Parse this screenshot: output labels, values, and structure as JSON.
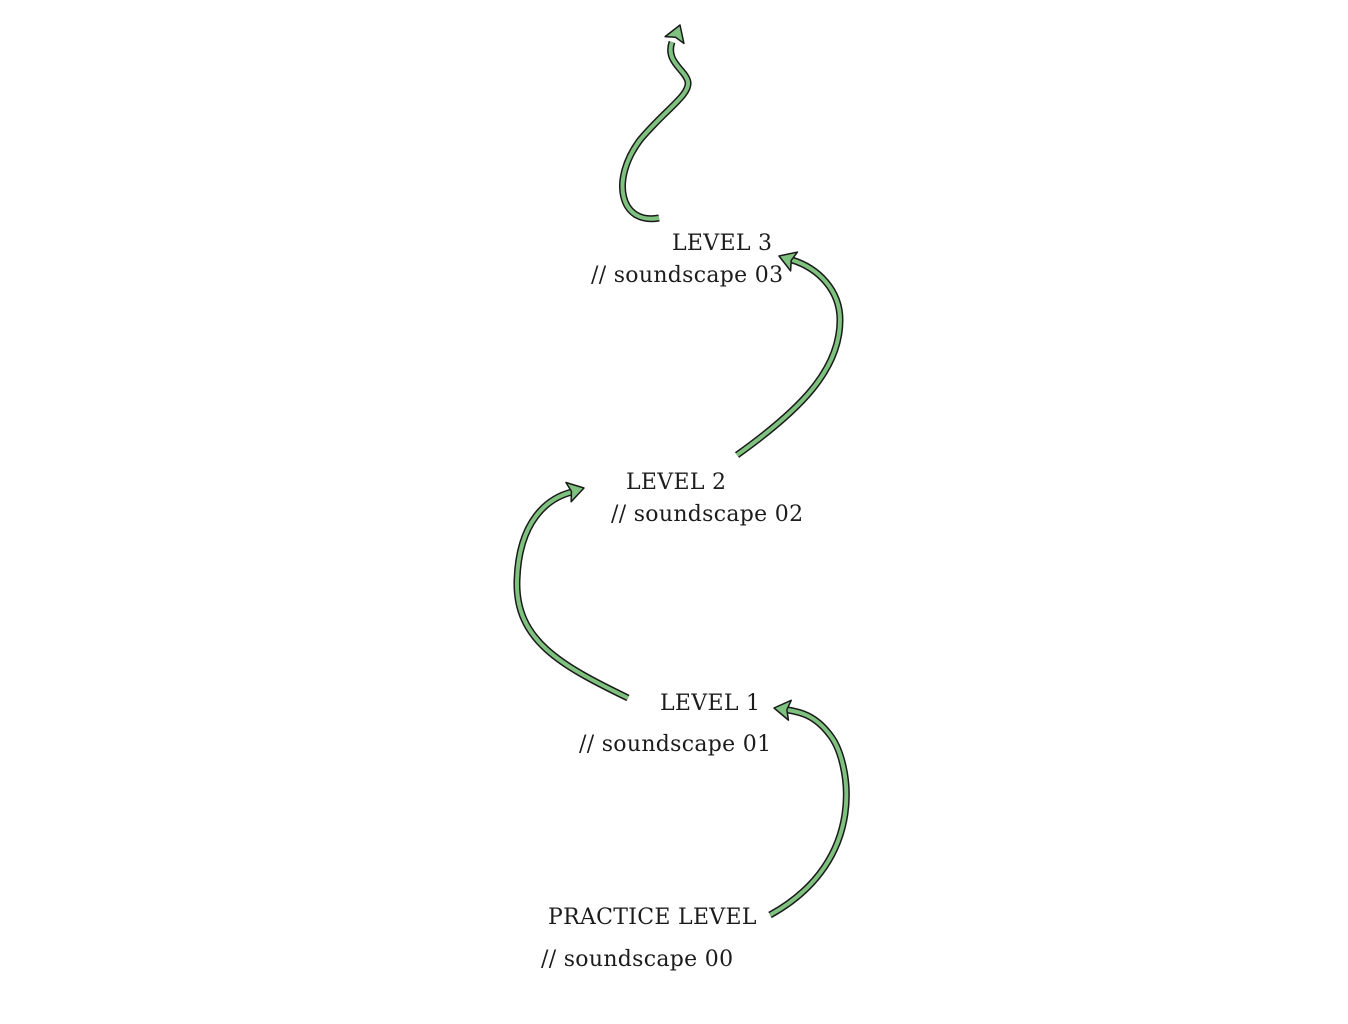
{
  "levels": [
    {
      "title": "PRACTICE LEVEL",
      "subtitle": "// soundscape 00"
    },
    {
      "title": "LEVEL 1",
      "subtitle": "// soundscape 01"
    },
    {
      "title": "LEVEL 2",
      "subtitle": "// soundscape 02"
    },
    {
      "title": "LEVEL 3",
      "subtitle": "// soundscape 03"
    }
  ],
  "colors": {
    "arrow_fill": "#7fc27f",
    "arrow_outline": "#1a1a1a",
    "text": "#1c1c1c",
    "background": "#ffffff"
  },
  "icons": [
    "curved-arrow-icon"
  ]
}
